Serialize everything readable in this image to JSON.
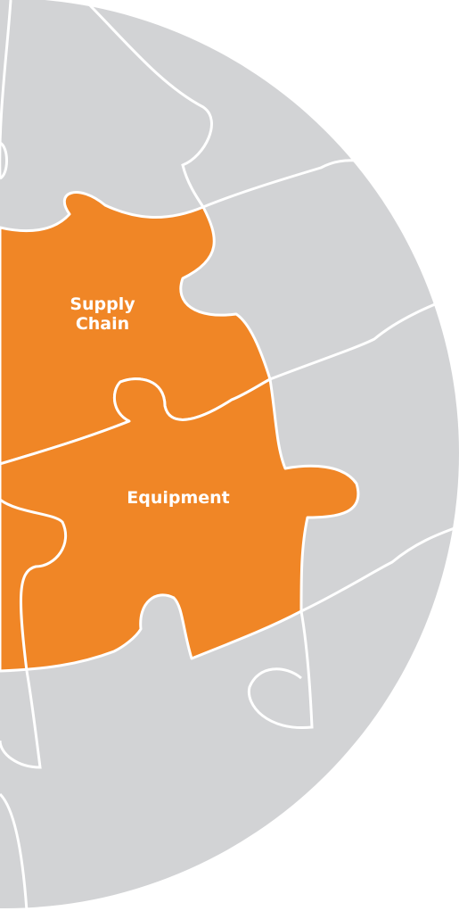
{
  "colors": {
    "background": "#ffffff",
    "circle": "#d2d3d5",
    "highlight": "#f08626",
    "seam": "#ffffff"
  },
  "pieces": {
    "supply_chain": {
      "line1": "Supply",
      "line2": "Chain"
    },
    "equipment": {
      "label": "Equipment"
    }
  }
}
